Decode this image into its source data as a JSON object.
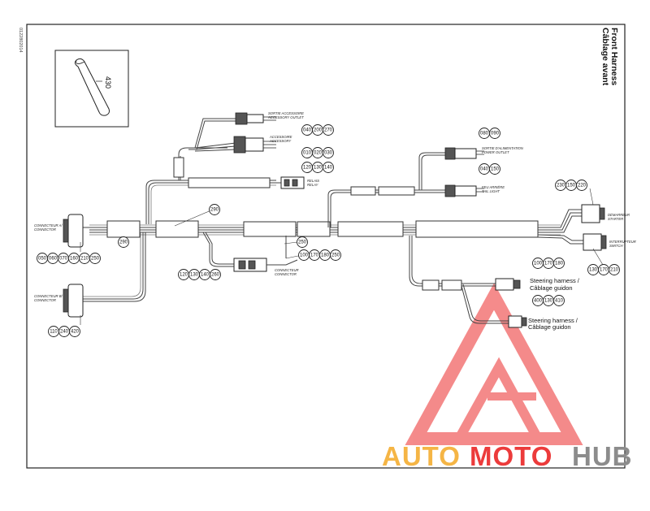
{
  "doc_code": "0122802014",
  "title": {
    "en": "Front Harness",
    "fr": "Câblage avant"
  },
  "inset_part": "430",
  "labels": {
    "steering_1": [
      "Steering harness /",
      "Câblage guidon"
    ],
    "steering_2": [
      "Steering harness /",
      "Câblage guidon"
    ],
    "connector_a": [
      "CONNECTEUR A/",
      "CONNECTOR"
    ],
    "connector_b": [
      "CONNECTEUR B/",
      "CONNECTOR"
    ],
    "tiny_1": [
      "SORTIE ACCESSOIRE",
      "ACCESSORY OUTLET"
    ],
    "tiny_2": [
      "ACCESSOIRE",
      "ACCESSORY"
    ],
    "tiny_3": [
      "RELAIS",
      "RELAY"
    ],
    "tiny_4": [
      "SORTIE D'ALIMENTATION",
      "POWER OUTLET"
    ],
    "tiny_5": [
      "FEU ARRIÈRE",
      "TAIL LIGHT"
    ],
    "tiny_6": [
      "DÉMARREUR",
      "STARTER"
    ],
    "tiny_7": [
      "CONNECTEUR",
      "CONNECTOR"
    ],
    "tiny_8": [
      "CONNECTEUR",
      "CONNECTOR"
    ],
    "tiny_9": [
      "INTERRUPTEUR",
      "SWITCH"
    ]
  },
  "callouts": [
    {
      "id": "c1",
      "nums": [
        "040",
        "200",
        "270"
      ]
    },
    {
      "id": "c2",
      "nums": [
        "010",
        "020",
        "030"
      ]
    },
    {
      "id": "c3",
      "nums": [
        "120",
        "130",
        "140"
      ]
    },
    {
      "id": "c4",
      "nums": [
        "290"
      ]
    },
    {
      "id": "c5",
      "nums": [
        "290"
      ]
    },
    {
      "id": "c6",
      "nums": [
        "250"
      ]
    },
    {
      "id": "c7",
      "nums": [
        "050",
        "060",
        "070",
        "160",
        "210",
        "250"
      ]
    },
    {
      "id": "c8",
      "nums": [
        "110",
        "240",
        "420"
      ]
    },
    {
      "id": "c9",
      "nums": [
        "100",
        "170",
        "180",
        "250"
      ]
    },
    {
      "id": "c10",
      "nums": [
        "120",
        "130",
        "140",
        "260"
      ]
    },
    {
      "id": "c11",
      "nums": [
        "080",
        "090"
      ]
    },
    {
      "id": "c12",
      "nums": [
        "040",
        "150"
      ]
    },
    {
      "id": "c13",
      "nums": [
        "230",
        "150",
        "220"
      ]
    },
    {
      "id": "c14",
      "nums": [
        "130",
        "170",
        "210"
      ]
    },
    {
      "id": "c15",
      "nums": [
        "100",
        "170",
        "180"
      ]
    },
    {
      "id": "c16",
      "nums": [
        "400",
        "130",
        "410"
      ]
    }
  ],
  "watermark": {
    "part1": "AUTO",
    "part2": "MOTO",
    "part3": "HUB"
  },
  "colors": {
    "watermark_orange": "#f5b545",
    "watermark_red": "#ec3b3b",
    "watermark_grey": "#8c8c8c",
    "triangle": "#f15a5a"
  }
}
